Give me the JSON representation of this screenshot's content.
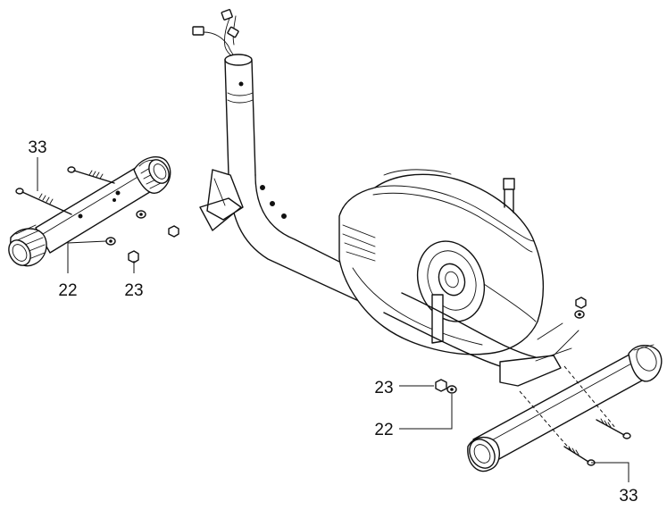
{
  "callouts": {
    "left_bolt": "33",
    "left_washer": "22",
    "left_nut": "23",
    "right_nut": "23",
    "right_washer": "22",
    "right_bolt": "33"
  }
}
